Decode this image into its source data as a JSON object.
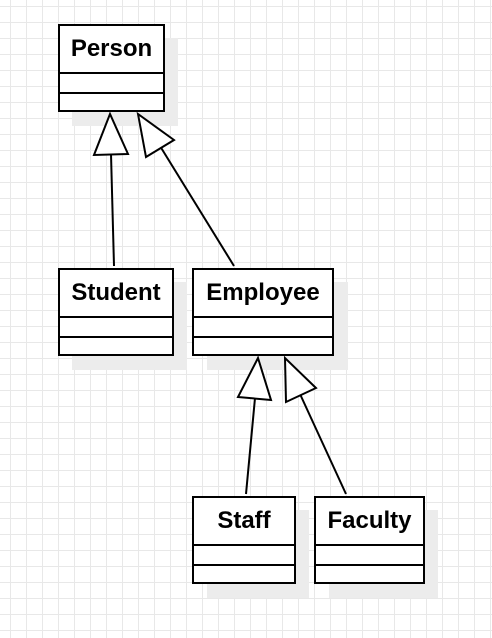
{
  "diagram": {
    "type": "uml-class-inheritance",
    "colors": {
      "stroke": "#000000",
      "fill": "#ffffff",
      "shadow": "#ececec",
      "grid": "#e8e8e8"
    },
    "classes": {
      "person": {
        "name": "Person"
      },
      "student": {
        "name": "Student"
      },
      "employee": {
        "name": "Employee"
      },
      "staff": {
        "name": "Staff"
      },
      "faculty": {
        "name": "Faculty"
      }
    },
    "relations": [
      {
        "type": "generalization",
        "from": "Student",
        "to": "Person"
      },
      {
        "type": "generalization",
        "from": "Employee",
        "to": "Person"
      },
      {
        "type": "generalization",
        "from": "Staff",
        "to": "Employee"
      },
      {
        "type": "generalization",
        "from": "Faculty",
        "to": "Employee"
      }
    ]
  }
}
